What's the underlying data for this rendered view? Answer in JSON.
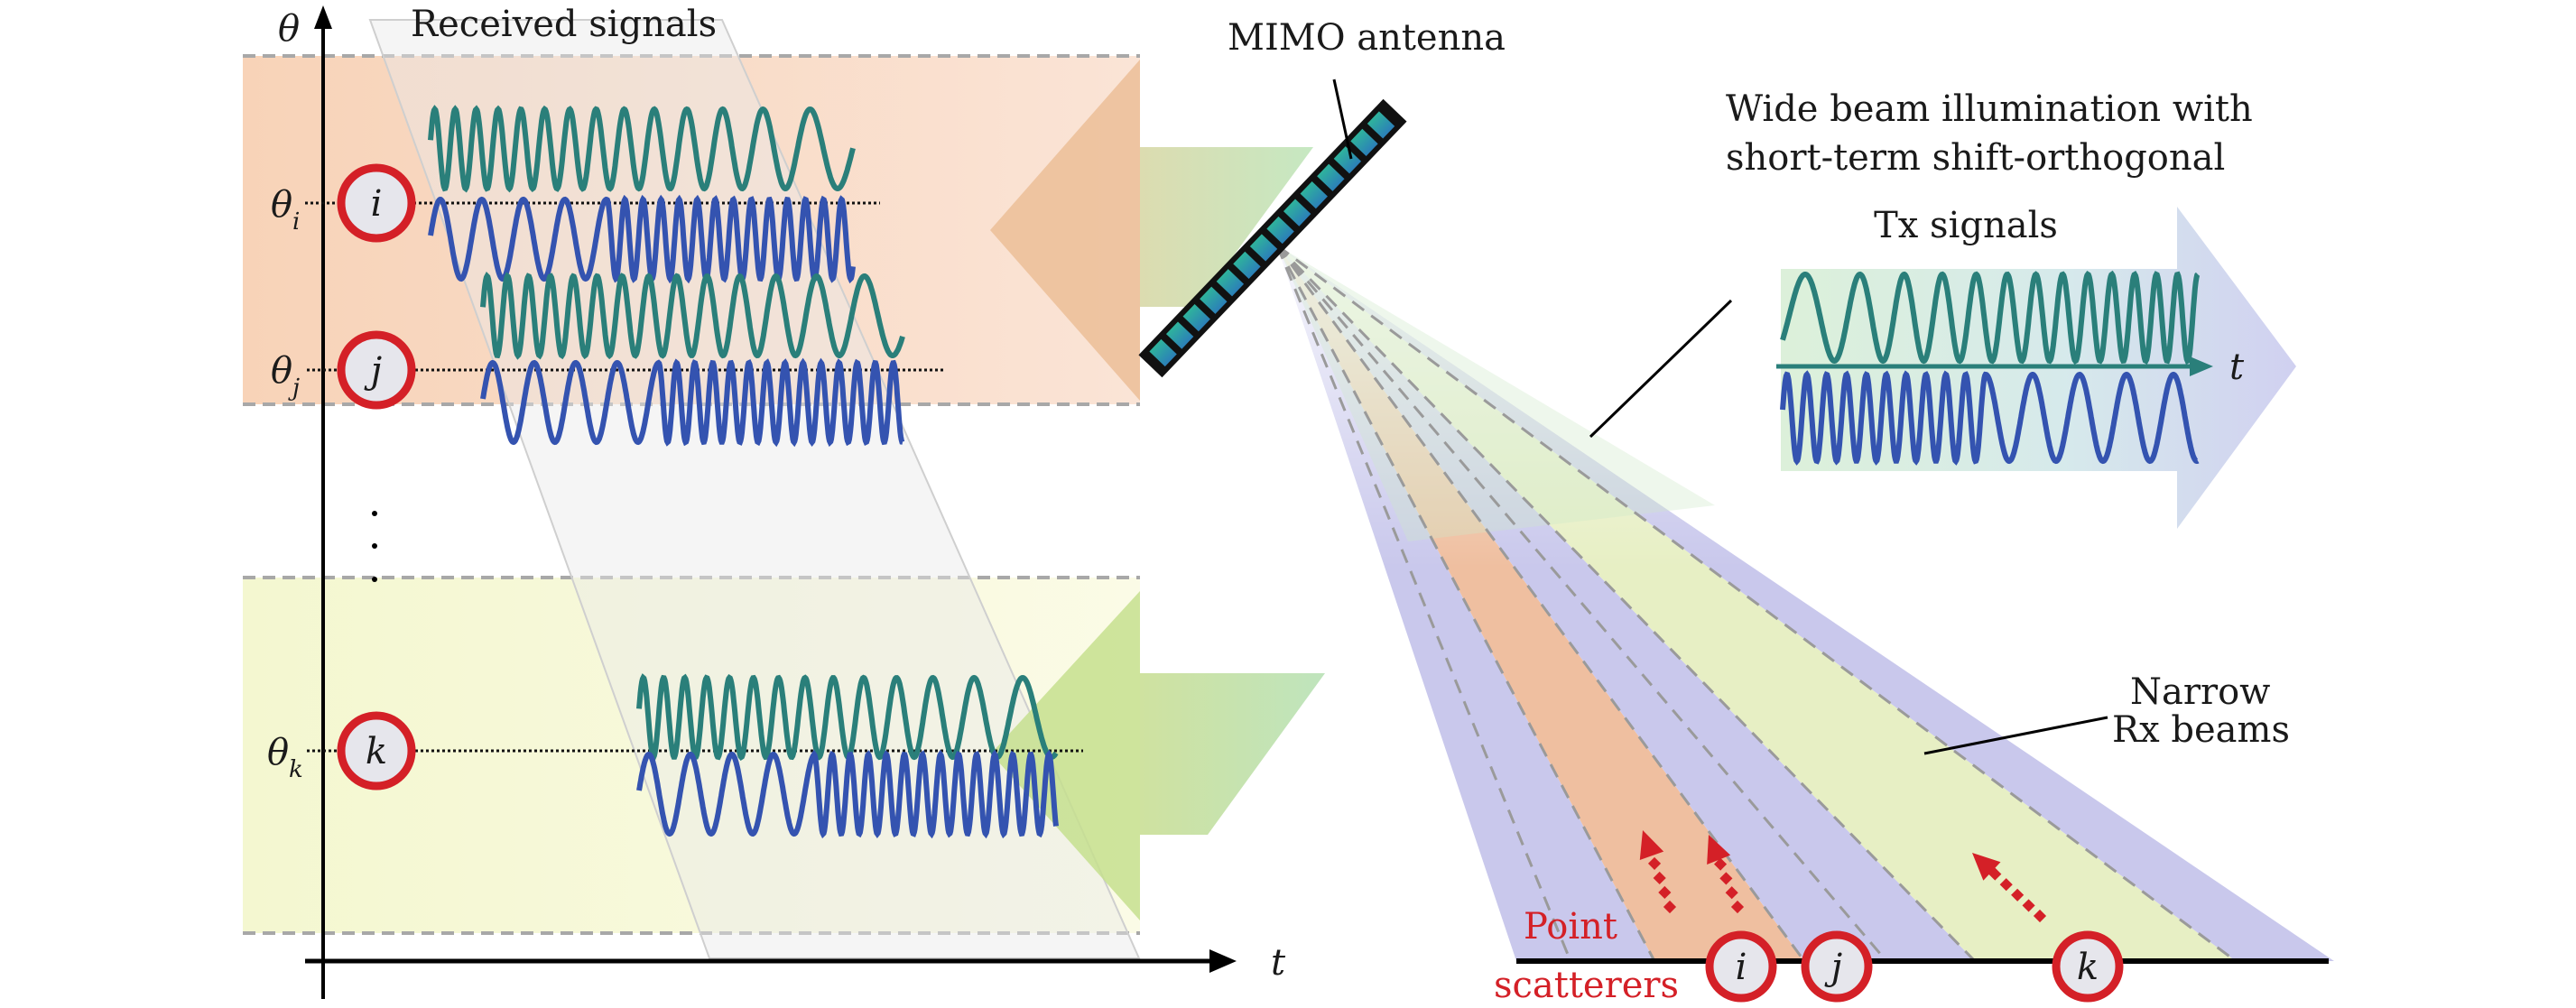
{
  "figure": {
    "left_panel": {
      "y_axis_label": "θ",
      "x_axis_label": "t",
      "title": "Received signals",
      "ellipsis": "⋮",
      "targets": [
        {
          "id": "i",
          "axis_label": "θ",
          "subscript": "i",
          "band": "top"
        },
        {
          "id": "j",
          "axis_label": "θ",
          "subscript": "j",
          "band": "top"
        },
        {
          "id": "k",
          "axis_label": "θ",
          "subscript": "k",
          "band": "bottom"
        }
      ]
    },
    "antenna": {
      "label": "MIMO antenna",
      "element_count": 14
    },
    "tx_panel": {
      "caption_line1": "Wide beam illumination with",
      "caption_line2": "short-term shift-orthogonal",
      "title": "Tx signals",
      "axis_label": "t"
    },
    "rx_beams": {
      "label_line1": "Narrow",
      "label_line2": "Rx beams",
      "beam_count": 5
    },
    "scatterers": {
      "label_line1": "Point",
      "label_line2": "scatterers",
      "ids": [
        "i",
        "j",
        "k"
      ]
    },
    "colors": {
      "teal_wave": "#2a7f7a",
      "blue_wave": "#3453b0",
      "target_ring": "#d42027",
      "target_fill": "#e6e6ec",
      "band_top": "#f9d9c2",
      "band_bottom": "#f6f8d6",
      "beam_blue": "#c9c8ec",
      "beam_orange": "#efbfa0",
      "beam_yellow": "#e7efc4",
      "beam_green": "#cfe9c8",
      "antenna_element": "#2aa8a0",
      "scatterer_text": "#d42027"
    }
  }
}
